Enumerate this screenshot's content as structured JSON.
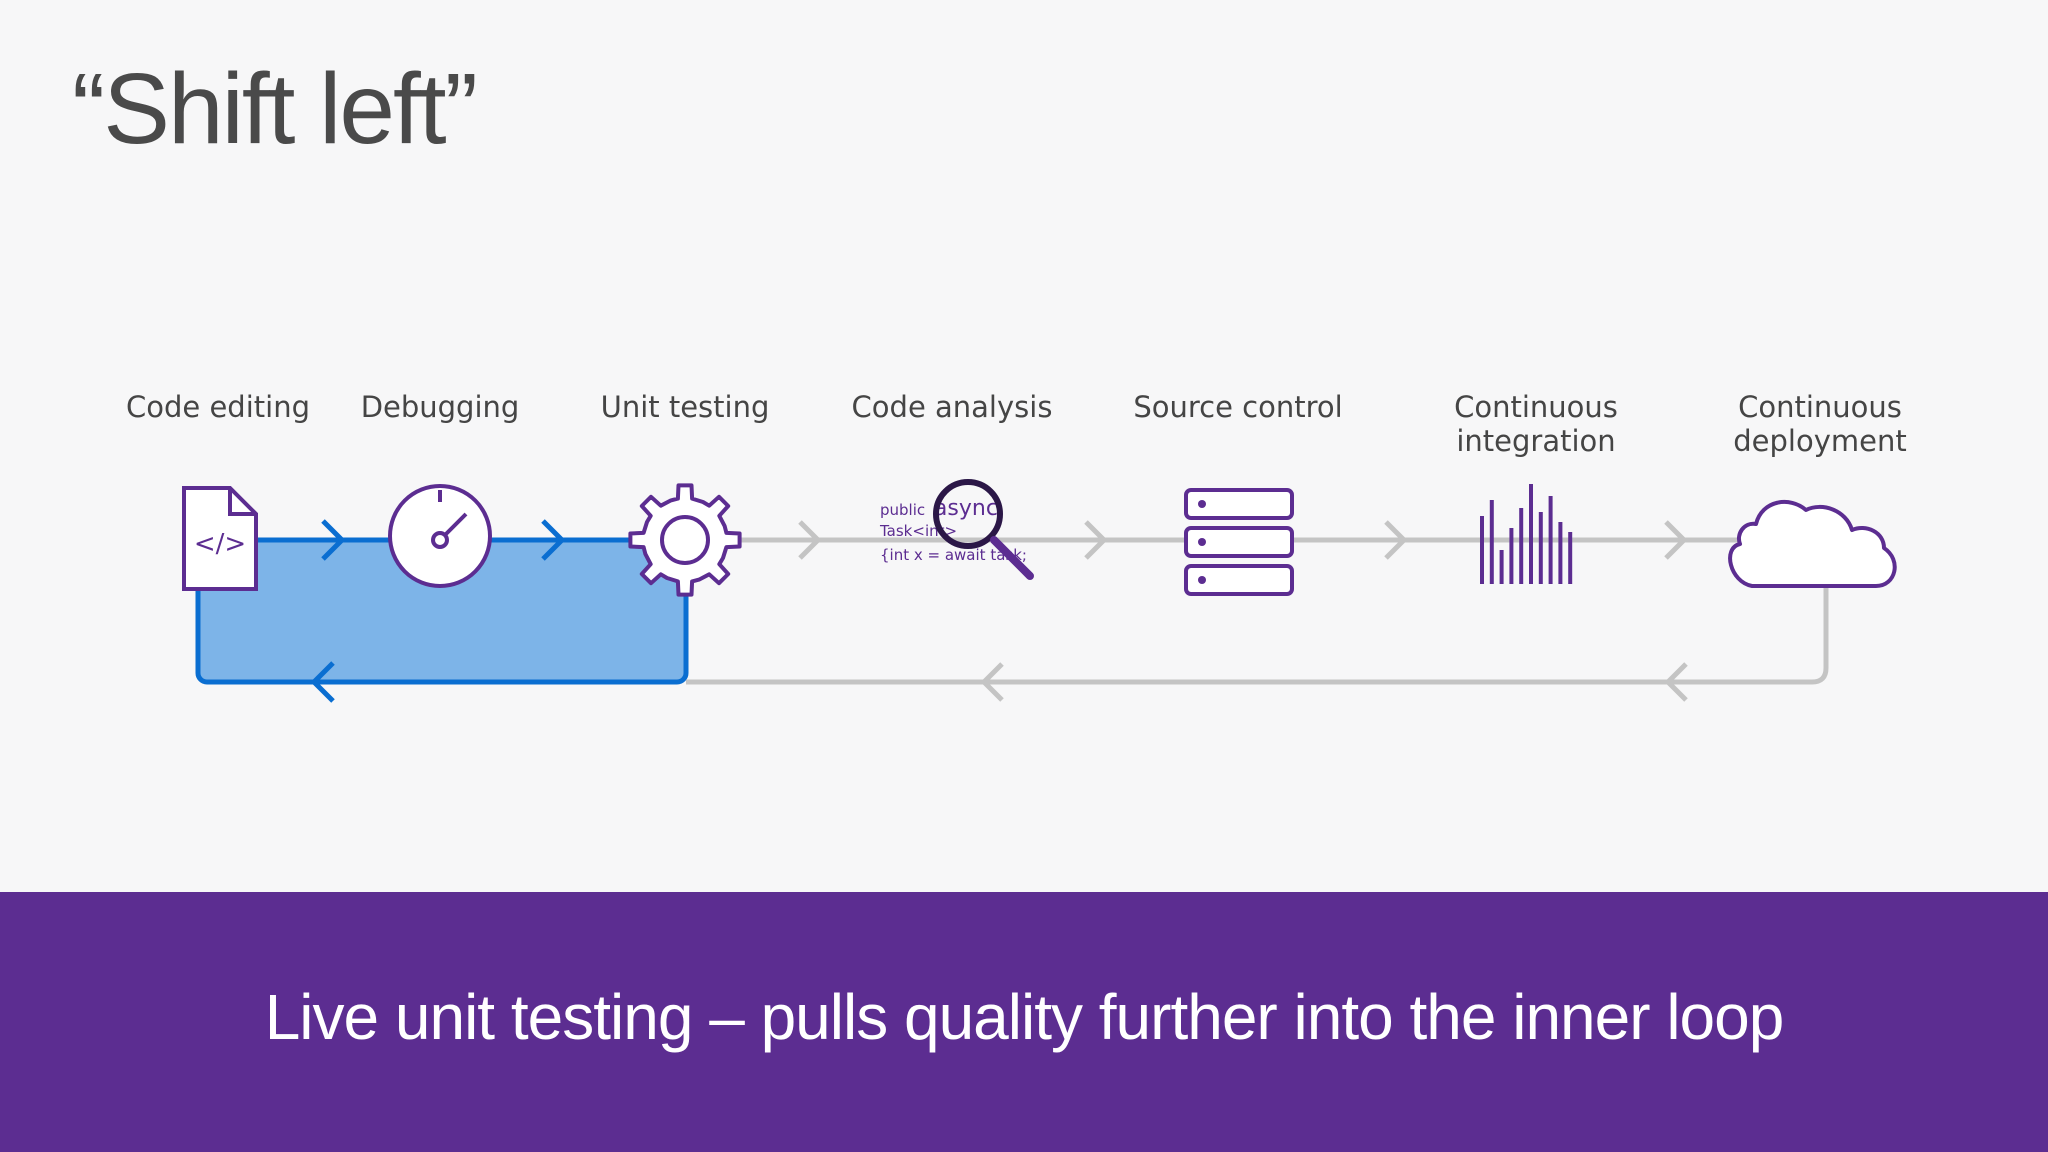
{
  "title": "“Shift left”",
  "stages": [
    {
      "label": "Code editing",
      "icon": "code-file-icon"
    },
    {
      "label": "Debugging",
      "icon": "gauge-icon"
    },
    {
      "label": "Unit testing",
      "icon": "gear-icon"
    },
    {
      "label": "Code analysis",
      "icon": "magnifier-code-icon"
    },
    {
      "label": "Source control",
      "icon": "server-stack-icon"
    },
    {
      "label": "Continuous\nintegration",
      "icon": "bar-graph-icon"
    },
    {
      "label": "Continuous\ndeployment",
      "icon": "cloud-icon"
    }
  ],
  "code_analysis_snippet": {
    "line1_small": "public",
    "line1_large": "async",
    "line2": "Task<int>",
    "line3": "{int x = await task;"
  },
  "code_file_text": "</>",
  "banner": {
    "text": "Live unit testing – pulls quality further into the inner loop"
  },
  "colors": {
    "background": "#f7f7f8",
    "banner": "#5c2d91",
    "icon_stroke": "#5c2d91",
    "inner_loop_fill": "#7db4e8",
    "inner_loop_stroke": "#0a6ed1",
    "outer_loop_line": "#c4c4c4",
    "title_text": "#4a4a4a"
  }
}
